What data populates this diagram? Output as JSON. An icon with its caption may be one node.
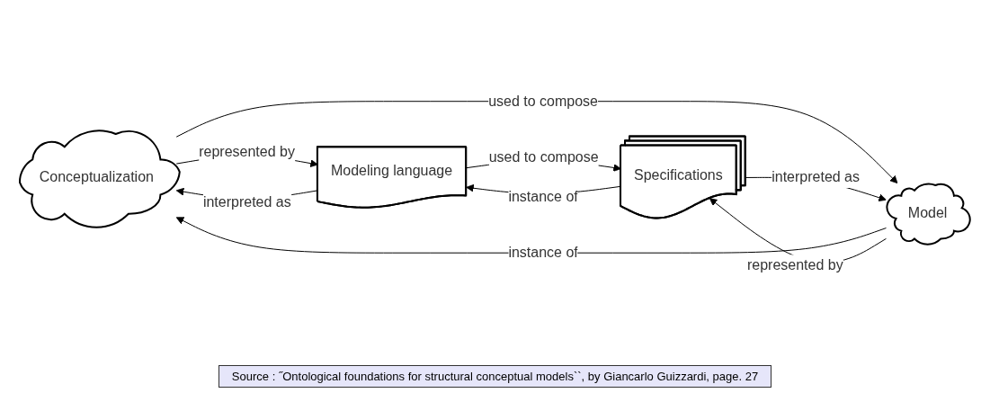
{
  "diagram": {
    "caption": "Source : ˝Ontological foundations for structural conceptual models``, by Giancarlo Guizzardi, page. 27",
    "nodes": [
      {
        "text": [
          "Conceptualization"
        ]
      },
      {
        "text": [
          "Modeling language"
        ]
      },
      {
        "text": [
          "Model"
        ]
      },
      {
        "text": [
          "Specifications"
        ]
      }
    ],
    "edges": [
      {
        "from": 0,
        "to": 1,
        "arrow": "to",
        "label": "represented by"
      },
      {
        "from": 1,
        "to": 0,
        "arrow": "to",
        "label": "interpreted as"
      },
      {
        "from": 0,
        "to": 2,
        "arrow": "to",
        "label": "used to compose"
      },
      {
        "from": 2,
        "to": 0,
        "arrow": "to",
        "label": "instance of"
      },
      {
        "from": 2,
        "to": 3,
        "arrow": "to",
        "label": "represented by"
      },
      {
        "from": 3,
        "to": 2,
        "arrow": "to",
        "label": "interpreted as"
      },
      {
        "from": 1,
        "to": 3,
        "arrow": "to",
        "label": "used to compose"
      },
      {
        "from": 3,
        "to": 1,
        "arrow": "to",
        "label": "instance of"
      }
    ]
  }
}
